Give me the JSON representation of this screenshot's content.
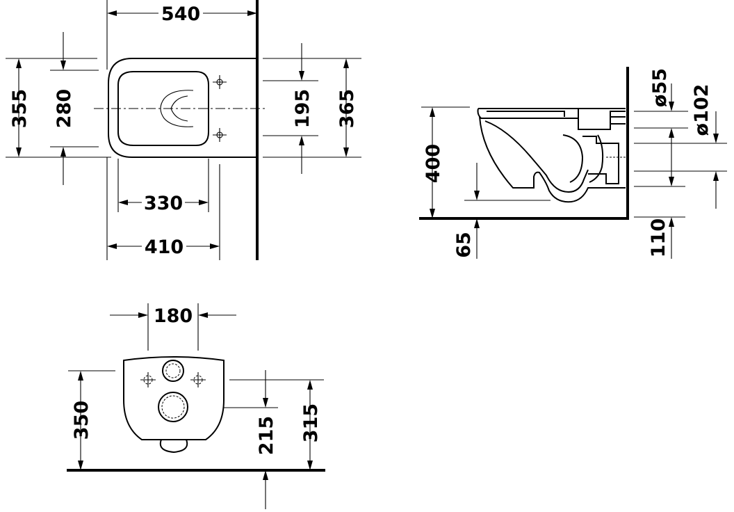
{
  "top_view": {
    "dims": {
      "overall_length": "540",
      "seat_depth_outer": "355",
      "seat_depth_inner": "280",
      "fixing_holes": "195",
      "overall_depth": "365",
      "bowl_width": "330",
      "overall_width": "410"
    }
  },
  "side_view": {
    "dims": {
      "height": "400",
      "inlet_diameter": "ø55",
      "outlet_diameter": "ø102",
      "rim_offset": "65",
      "outlet_height": "110"
    }
  },
  "rear_view": {
    "dims": {
      "bolt_spacing": "180",
      "rim_height": "350",
      "outlet_centre": "215",
      "inlet_centre": "315"
    }
  }
}
